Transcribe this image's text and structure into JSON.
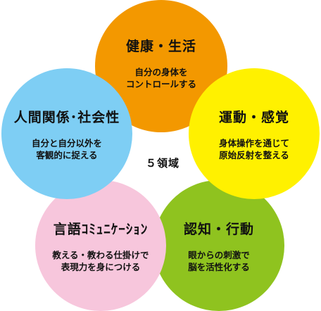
{
  "center": {
    "label": "５領域"
  },
  "domains": {
    "health": {
      "title": "健康・生活",
      "desc_line1": "自分の身体を",
      "desc_line2": "コントロールする",
      "color": "#F39800"
    },
    "motion": {
      "title": "運動・感覚",
      "desc_line1": "身体操作を通じて",
      "desc_line2": "原始反射を整える",
      "color": "#FFF100"
    },
    "cognition": {
      "title": "認知・行動",
      "desc_line1": "眼からの刺激で",
      "desc_line2": "脳を活性化する",
      "color": "#8FC31F"
    },
    "language": {
      "title": "言語ｺﾐｭﾆｹｰｼｮﾝ",
      "desc_line1": "教える・教わる仕掛けで",
      "desc_line2": "表現力を身につける",
      "color": "#F7C6DC"
    },
    "social": {
      "title": "人間関係･社会性",
      "desc_line1": "自分と自分以外を",
      "desc_line2": "客観的に捉える",
      "color": "#7ECEF4"
    }
  }
}
